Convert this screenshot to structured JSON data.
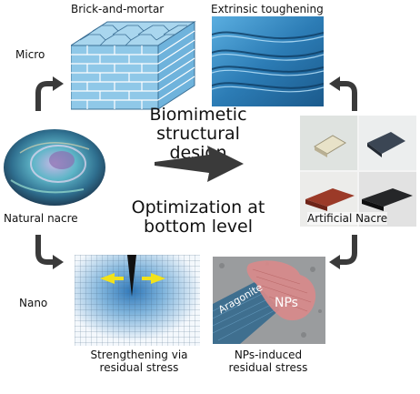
{
  "labels": {
    "brick_and_mortar": "Brick-and-mortar",
    "extrinsic_toughening": "Extrinsic toughening",
    "micro": "Micro",
    "nano": "Nano",
    "biomimetic_line1": "Biomimetic",
    "biomimetic_line2": "structural design",
    "optimization_line1": "Optimization at",
    "optimization_line2": "bottom level",
    "natural_nacre": "Natural nacre",
    "artificial_nacre": "Artificial Nacre",
    "strengthening_line1": "Strengthening via",
    "strengthening_line2": "residual stress",
    "nps_induced_line1": "NPs-induced",
    "nps_induced_line2": "residual stress",
    "nps": "NPs",
    "aragonite": "Aragonite"
  },
  "icons": [
    "curved-arrow-icon",
    "big-right-arrow-icon"
  ],
  "colors": {
    "arrow": "#3a3a3a",
    "brick": "#8fc8e8",
    "sem": "#3a8fc4",
    "stress": "#2f77b8",
    "np": "#d98a8a"
  }
}
